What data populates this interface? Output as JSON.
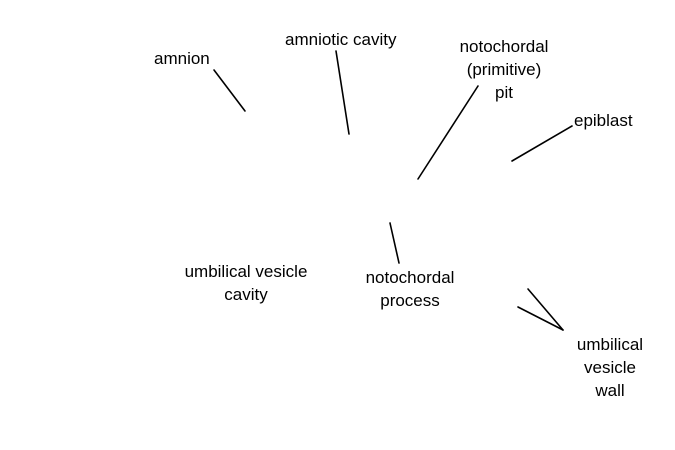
{
  "diagram": {
    "labels": {
      "amnion": [
        "amnion"
      ],
      "amniotic_cavity": [
        "amniotic cavity"
      ],
      "notochordal_pit": [
        "notochordal",
        "(primitive)",
        "pit"
      ],
      "epiblast": [
        "epiblast"
      ],
      "umbilical_vesicle_cavity": [
        "umbilical vesicle",
        "cavity"
      ],
      "notochordal_process": [
        "notochordal",
        "process"
      ],
      "umbilical_vesicle_wall": [
        "umbilical",
        "vesicle",
        "wall"
      ]
    },
    "colors": {
      "background": "#ffffff",
      "text": "#000000",
      "leader_line": "#000000"
    }
  }
}
